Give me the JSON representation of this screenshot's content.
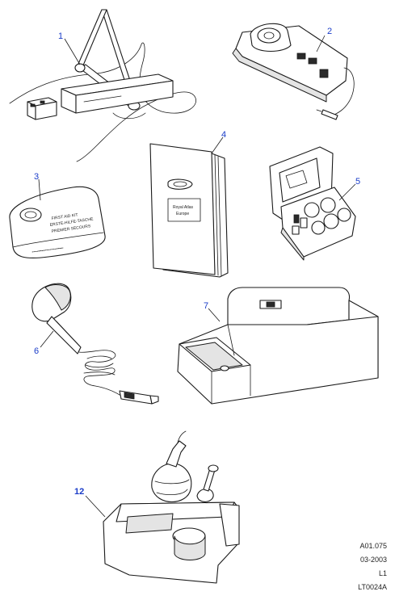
{
  "callouts": {
    "c1": "1",
    "c2": "2",
    "c3": "3",
    "c4": "4",
    "c5": "5",
    "c6": "6",
    "c7": "7",
    "c12": "12"
  },
  "item_text": {
    "first_aid_line1": "FIRST AID KIT",
    "first_aid_line2": "ERSTE-HILFE-TASCHE",
    "first_aid_line3": "PREMIER SECOURS",
    "manual_line1": "Royal Atlas",
    "manual_line2": "Europe"
  },
  "footer": {
    "ref": "A01.075",
    "date": "03-2003",
    "level": "L1",
    "code": "LT0024A"
  }
}
